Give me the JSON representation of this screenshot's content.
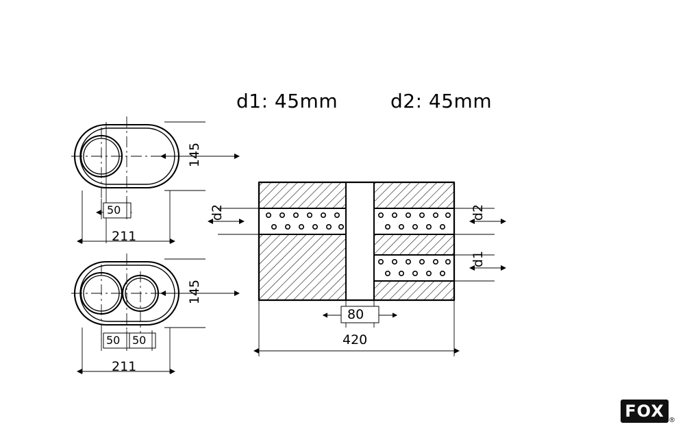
{
  "header": {
    "d1_label": "d1: 45mm",
    "d2_label": "d2: 45mm"
  },
  "views": {
    "top_left": {
      "name": "single-inlet-end-view",
      "width_dim": "211",
      "height_dim": "145",
      "offset_dim": "50"
    },
    "bottom_left": {
      "name": "double-outlet-end-view",
      "width_dim": "211",
      "height_dim": "145",
      "offset_dim_left": "50",
      "offset_dim_right": "50"
    },
    "right": {
      "name": "section-side-view",
      "length_dim": "420",
      "middle_dim": "80",
      "pipe_labels": {
        "top_left": "d2",
        "top_right": "d2",
        "bottom_right": "d1"
      }
    }
  },
  "brand": {
    "logo_text": "FOX",
    "registered_mark": "®"
  },
  "colors": {
    "line": "#000000",
    "background": "#ffffff",
    "logo_bg": "#111111",
    "logo_fg": "#ffffff"
  }
}
